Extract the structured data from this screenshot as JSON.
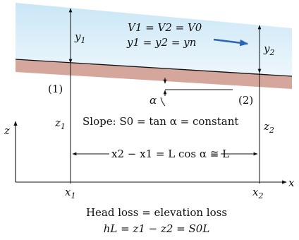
{
  "labels": {
    "y1": "y",
    "y1_sub": "1",
    "y2": "y",
    "y2_sub": "2",
    "section1": "(1)",
    "section2": "(2)",
    "z_axis": "z",
    "x_axis": "x",
    "z1": "z",
    "z1_sub": "1",
    "z2": "z",
    "z2_sub": "2",
    "x1": "x",
    "x1_sub": "1",
    "x2": "x",
    "x2_sub": "2",
    "alpha": "α"
  },
  "equations": {
    "velocity": "V1 = V2 = V0",
    "depth": "y1 = y2 = yn",
    "slope": "Slope: S0 = tan α = constant",
    "length": "x2 − x1 = L cos α ≅ L",
    "head_loss": "Head loss = elevation loss",
    "hl_formula": "hL = z1 − z2 = S0L"
  },
  "colors": {
    "water_top": "#c9e6f6",
    "water_bottom": "#eef7fc",
    "bed": "#d5a69b",
    "flow_arrow": "#2a64b7"
  }
}
